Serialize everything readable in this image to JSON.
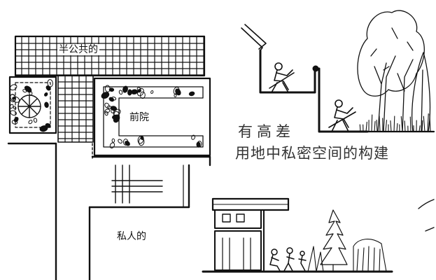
{
  "labels": {
    "semi_public": "半公共的",
    "front_yard": "前院",
    "private": "私人的"
  },
  "caption": {
    "line1": "有高差",
    "line2": "用地中私密空间的构建"
  },
  "colors": {
    "ink": "#111111",
    "paper": "#ffffff"
  }
}
